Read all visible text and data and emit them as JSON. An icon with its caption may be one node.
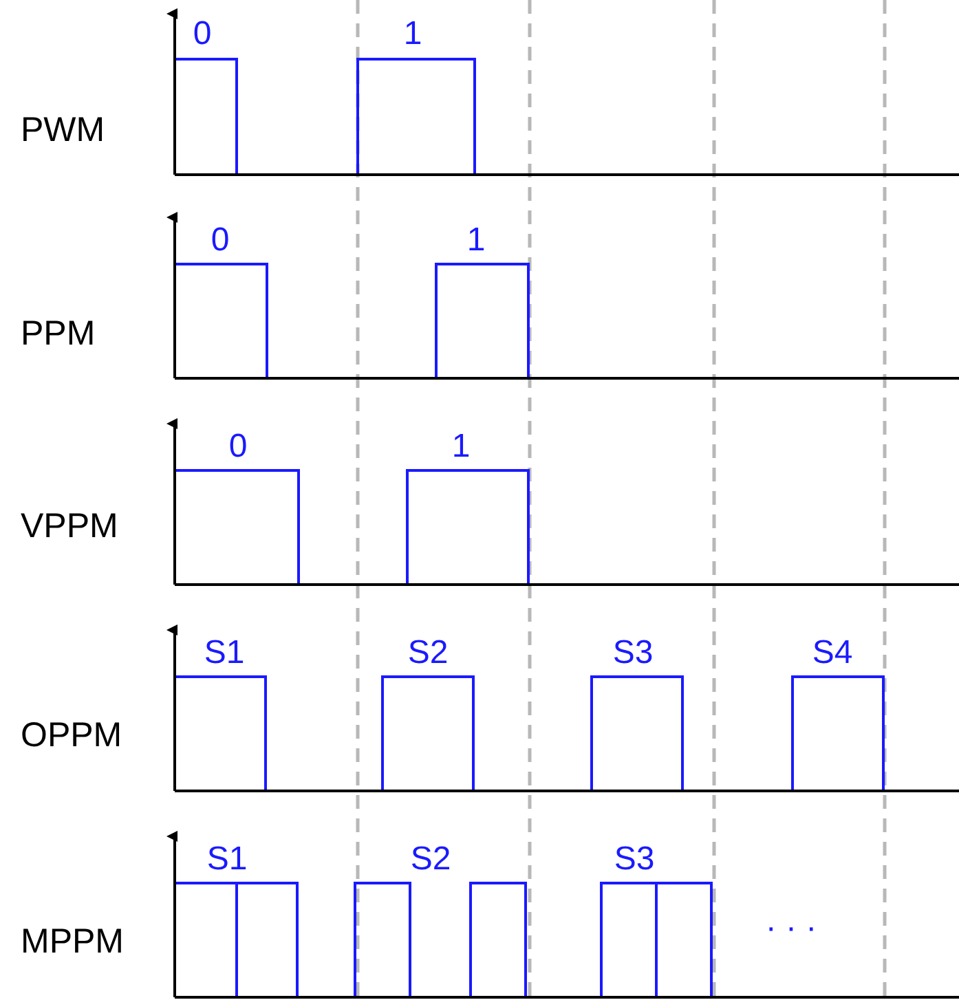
{
  "diagram": {
    "labels": [
      "PWM",
      "0",
      "1",
      "PPM",
      "0",
      "1",
      "VPPM",
      "0",
      "1",
      "OPPM",
      "S1",
      "S2",
      "S3",
      "S4",
      "MPPM",
      "S1",
      "S2",
      "S3",
      "· · ·"
    ]
  }
}
